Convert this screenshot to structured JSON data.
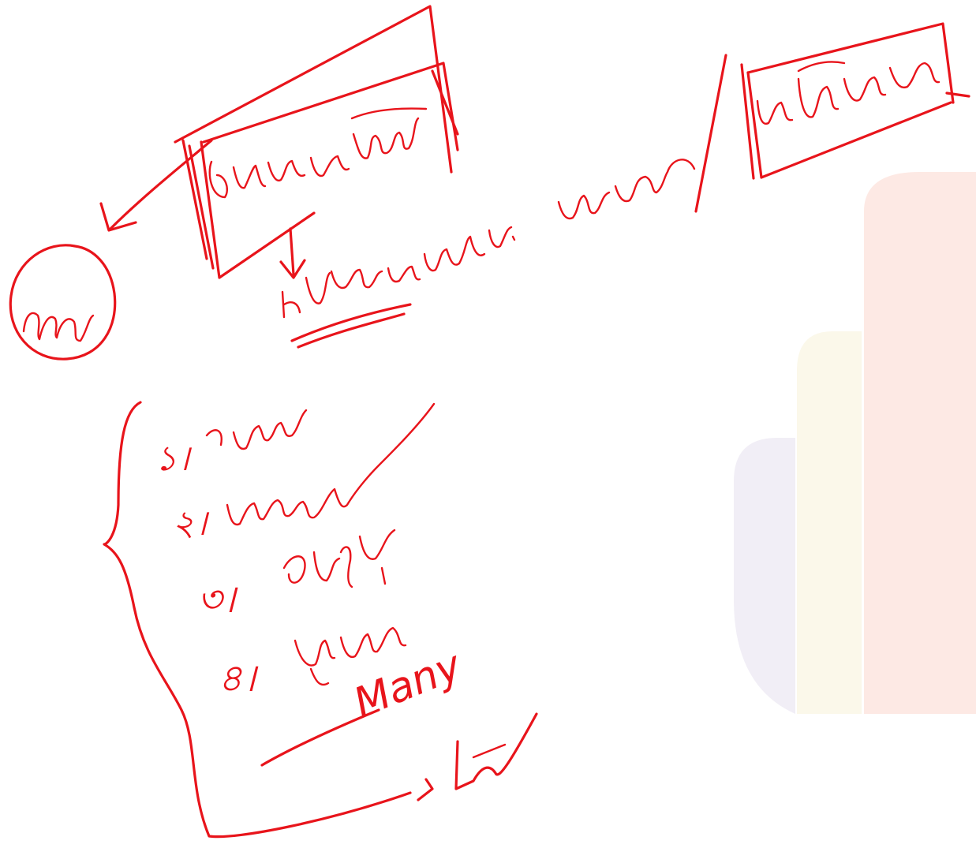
{
  "watermark": {
    "icon": "bar-logo-watermark",
    "colors": [
      "#f1eef6",
      "#fbf8ea",
      "#fde9e4"
    ]
  },
  "ink_color": "#e8141b",
  "list_items": [
    {
      "number": "১।"
    },
    {
      "number": "২।"
    },
    {
      "number": "৩।"
    },
    {
      "number": "৪।"
    }
  ],
  "latin_words": {
    "many": "Many"
  }
}
